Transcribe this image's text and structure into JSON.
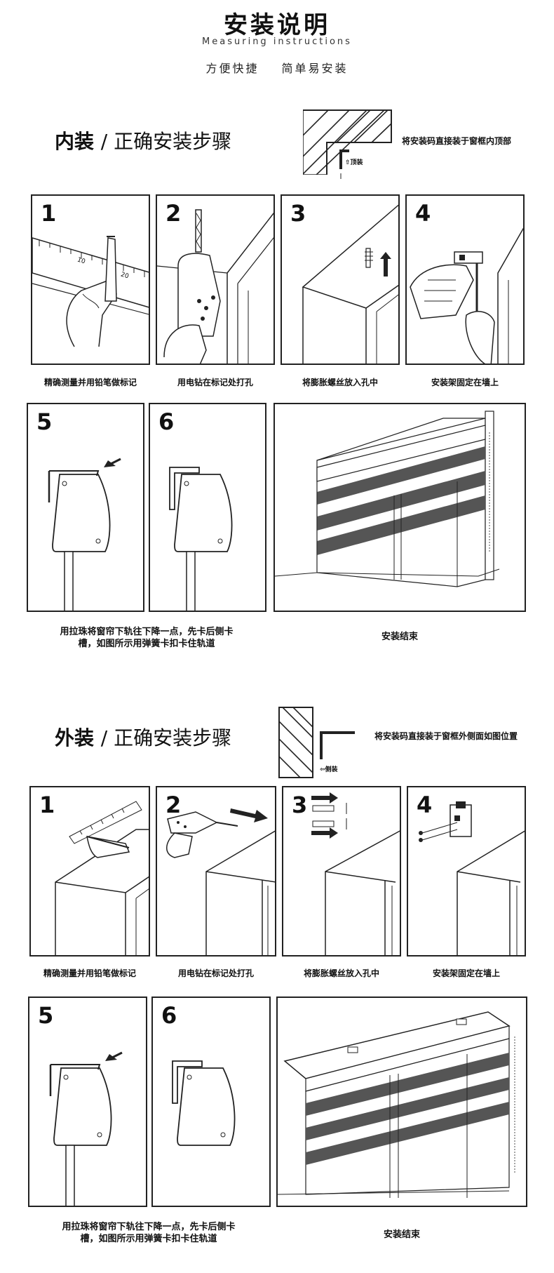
{
  "header": {
    "title": "安装说明",
    "subtitle": "Measuring instructions",
    "tagline": "方便快捷 简单易安装"
  },
  "inner": {
    "section_bold": "内装",
    "section_rest": "/ 正确安装步骤",
    "diagram_note": "将安装码直接装于窗框内顶部",
    "diagram_tag": "顶装",
    "steps": [
      {
        "num": "1",
        "caption": "精确测量并用铅笔做标记"
      },
      {
        "num": "2",
        "caption": "用电钻在标记处打孔"
      },
      {
        "num": "3",
        "caption": "将膨胀螺丝放入孔中"
      },
      {
        "num": "4",
        "caption": "安装架固定在墙上"
      },
      {
        "num": "5"
      },
      {
        "num": "6"
      }
    ],
    "clip_caption_1": "用拉珠将窗帘下轨往下降一点，先卡后侧卡",
    "clip_caption_2": "槽，如图所示用弹簧卡扣卡住轨道",
    "finish_caption": "安装结束"
  },
  "outer": {
    "section_bold": "外装",
    "section_rest": "/ 正确安装步骤",
    "diagram_note": "将安装码直接装于窗框外侧面如图位置",
    "diagram_tag": "侧装",
    "steps": [
      {
        "num": "1",
        "caption": "精确测量并用铅笔做标记"
      },
      {
        "num": "2",
        "caption": "用电钻在标记处打孔"
      },
      {
        "num": "3",
        "caption": "将膨胀螺丝放入孔中"
      },
      {
        "num": "4",
        "caption": "安装架固定在墙上"
      },
      {
        "num": "5"
      },
      {
        "num": "6"
      }
    ],
    "clip_caption_1": "用拉珠将窗帘下轨往下降一点，先卡后侧卡",
    "clip_caption_2": "槽，如图所示用弹簧卡扣卡住轨道",
    "finish_caption": "安装结束"
  },
  "ruler_labels": [
    "10",
    "20"
  ],
  "colors": {
    "stripe": "#555555",
    "line": "#222222"
  }
}
